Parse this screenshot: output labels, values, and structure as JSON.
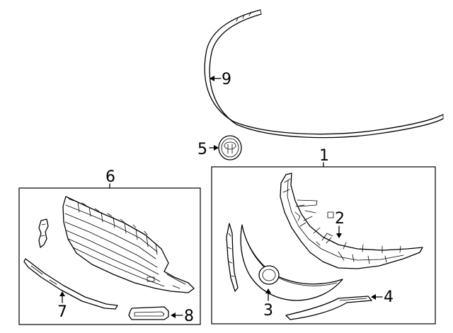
{
  "diagram": {
    "type": "parts-exploded-view",
    "callouts": {
      "c1": "1",
      "c2": "2",
      "c3": "3",
      "c4": "4",
      "c5": "5",
      "c6": "6",
      "c7": "7",
      "c8": "8",
      "c9": "9"
    },
    "parts": {
      "molding_top": "molding-icon",
      "emblem": "emblem-icon",
      "grille_frame": "grille-frame-icon",
      "grille_garnish": "grille-garnish-icon",
      "lower_moulding": "lower-moulding-icon",
      "lower_grille": "lower-grille-icon",
      "lower_trim_strip": "lower-trim-strip-icon",
      "side_bracket": "side-bracket-icon",
      "lower_garnish_clip": "lower-garnish-clip-icon"
    }
  }
}
